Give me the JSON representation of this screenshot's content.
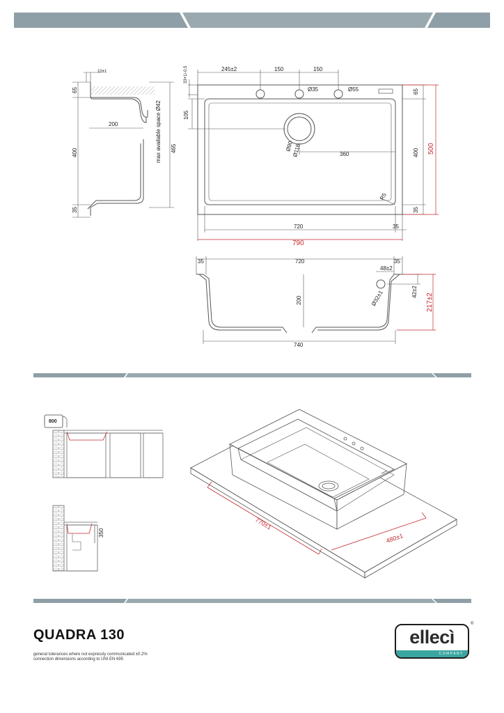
{
  "product": {
    "name": "QUADRA 130",
    "notes": [
      "general tolerances where not expressly communicated ±0.2%",
      "connection dimensions according to UNI EN 695"
    ]
  },
  "logo": {
    "word": "ellecì",
    "tagline": "COMPANY",
    "reg_mark": "®",
    "accent_color": "#3ba6a1"
  },
  "colors": {
    "band": "#8f9fa7",
    "line": "#555555",
    "dimension_red": "#c3282e"
  },
  "drawings": {
    "side_section": {
      "top_tol": "10±1",
      "rim": "65",
      "depth": "400",
      "base": "35",
      "inner_width": "200",
      "overall": "465",
      "note": "max available space Ø42"
    },
    "plan_view": {
      "tol_top": "33+1/-0.5",
      "hole_offset": "245±2",
      "spacing_1": "150",
      "spacing_2": "150",
      "hole_35": "Ø35",
      "hole_55": "Ø55",
      "rim_right": "65",
      "drain_offset": "105",
      "bowl_depth": "400",
      "overall_depth": "500",
      "base_right": "35",
      "drain_90": "Ø90",
      "drain_116": "Ø116",
      "drain_to_edge": "360",
      "radius": "R5",
      "inner_width": "720",
      "edge_right": "35",
      "overall_width": "790"
    },
    "front_section": {
      "left": "35",
      "width": "720",
      "right": "35",
      "overflow_offset": "48±2",
      "overflow_dia": "Ø32±1",
      "overflow_height": "42±2",
      "depth": "200",
      "overall_height": "217±2",
      "bottom_width": "740"
    },
    "installation": {
      "cabinet_label": "800",
      "cabinet_height": "350",
      "cutout_length": "770±1",
      "cutout_width": "480±1"
    }
  }
}
